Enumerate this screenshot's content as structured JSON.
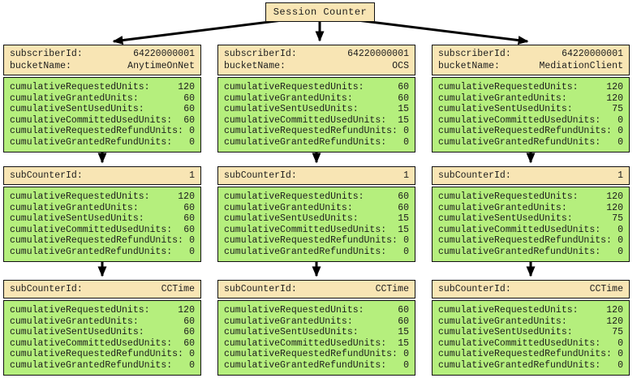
{
  "root": {
    "label": "Session Counter"
  },
  "colors": {
    "header_bg": "#F8E5B4",
    "body_bg": "#B5EF7D",
    "border": "#111111",
    "arrow": "#000000"
  },
  "columns": [
    {
      "name": "AnytimeOnNet",
      "boxes": [
        {
          "header": [
            {
              "label": "subscriberId:",
              "value": "64220000001"
            },
            {
              "label": "bucketName:",
              "value": "AnytimeOnNet"
            }
          ],
          "rows": [
            {
              "label": "cumulativeRequestedUnits:",
              "value": "120"
            },
            {
              "label": "cumulativeGrantedUnits:",
              "value": "60"
            },
            {
              "label": "cumulativeSentUsedUnits:",
              "value": "60"
            },
            {
              "label": "cumulativeCommittedUsedUnits:",
              "value": "60"
            },
            {
              "label": "cumulativeRequestedRefundUnits:",
              "value": "0"
            },
            {
              "label": "cumulativeGrantedRefundUnits:",
              "value": "0"
            }
          ]
        },
        {
          "header": [
            {
              "label": "subCounterId:",
              "value": "1"
            }
          ],
          "rows": [
            {
              "label": "cumulativeRequestedUnits:",
              "value": "120"
            },
            {
              "label": "cumulativeGrantedUnits:",
              "value": "60"
            },
            {
              "label": "cumulativeSentUsedUnits:",
              "value": "60"
            },
            {
              "label": "cumulativeCommittedUsedUnits:",
              "value": "60"
            },
            {
              "label": "cumulativeRequestedRefundUnits:",
              "value": "0"
            },
            {
              "label": "cumulativeGrantedRefundUnits:",
              "value": "0"
            }
          ]
        },
        {
          "header": [
            {
              "label": "subCounterId:",
              "value": "CCTime"
            }
          ],
          "rows": [
            {
              "label": "cumulativeRequestedUnits:",
              "value": "120"
            },
            {
              "label": "cumulativeGrantedUnits:",
              "value": "60"
            },
            {
              "label": "cumulativeSentUsedUnits:",
              "value": "60"
            },
            {
              "label": "cumulativeCommittedUsedUnits:",
              "value": "60"
            },
            {
              "label": "cumulativeRequestedRefundUnits:",
              "value": "0"
            },
            {
              "label": "cumulativeGrantedRefundUnits:",
              "value": "0"
            }
          ]
        }
      ]
    },
    {
      "name": "OCS",
      "boxes": [
        {
          "header": [
            {
              "label": "subscriberId:",
              "value": "64220000001"
            },
            {
              "label": "bucketName:",
              "value": "OCS"
            }
          ],
          "rows": [
            {
              "label": "cumulativeRequestedUnits:",
              "value": "60"
            },
            {
              "label": "cumulativeGrantedUnits:",
              "value": "60"
            },
            {
              "label": "cumulativeSentUsedUnits:",
              "value": "15"
            },
            {
              "label": "cumulativeCommittedUsedUnits:",
              "value": "15"
            },
            {
              "label": "cumulativeRequestedRefundUnits:",
              "value": "0"
            },
            {
              "label": "cumulativeGrantedRefundUnits:",
              "value": "0"
            }
          ]
        },
        {
          "header": [
            {
              "label": "subCounterId:",
              "value": "1"
            }
          ],
          "rows": [
            {
              "label": "cumulativeRequestedUnits:",
              "value": "60"
            },
            {
              "label": "cumulativeGrantedUnits:",
              "value": "60"
            },
            {
              "label": "cumulativeSentUsedUnits:",
              "value": "15"
            },
            {
              "label": "cumulativeCommittedUsedUnits:",
              "value": "15"
            },
            {
              "label": "cumulativeRequestedRefundUnits:",
              "value": "0"
            },
            {
              "label": "cumulativeGrantedRefundUnits:",
              "value": "0"
            }
          ]
        },
        {
          "header": [
            {
              "label": "subCounterId:",
              "value": "CCTime"
            }
          ],
          "rows": [
            {
              "label": "cumulativeRequestedUnits:",
              "value": "60"
            },
            {
              "label": "cumulativeGrantedUnits:",
              "value": "60"
            },
            {
              "label": "cumulativeSentUsedUnits:",
              "value": "15"
            },
            {
              "label": "cumulativeCommittedUsedUnits:",
              "value": "15"
            },
            {
              "label": "cumulativeRequestedRefundUnits:",
              "value": "0"
            },
            {
              "label": "cumulativeGrantedRefundUnits:",
              "value": "0"
            }
          ]
        }
      ]
    },
    {
      "name": "MediationClient",
      "boxes": [
        {
          "header": [
            {
              "label": "subscriberId:",
              "value": "64220000001"
            },
            {
              "label": "bucketName:",
              "value": "MediationClient"
            }
          ],
          "rows": [
            {
              "label": "cumulativeRequestedUnits:",
              "value": "120"
            },
            {
              "label": "cumulativeGrantedUnits:",
              "value": "120"
            },
            {
              "label": "cumulativeSentUsedUnits:",
              "value": "75"
            },
            {
              "label": "cumulativeCommittedUsedUnits:",
              "value": "0"
            },
            {
              "label": "cumulativeRequestedRefundUnits:",
              "value": "0"
            },
            {
              "label": "cumulativeGrantedRefundUnits:",
              "value": "0"
            }
          ]
        },
        {
          "header": [
            {
              "label": "subCounterId:",
              "value": "1"
            }
          ],
          "rows": [
            {
              "label": "cumulativeRequestedUnits:",
              "value": "120"
            },
            {
              "label": "cumulativeGrantedUnits:",
              "value": "120"
            },
            {
              "label": "cumulativeSentUsedUnits:",
              "value": "75"
            },
            {
              "label": "cumulativeCommittedUsedUnits:",
              "value": "0"
            },
            {
              "label": "cumulativeRequestedRefundUnits:",
              "value": "0"
            },
            {
              "label": "cumulativeGrantedRefundUnits:",
              "value": "0"
            }
          ]
        },
        {
          "header": [
            {
              "label": "subCounterId:",
              "value": "CCTime"
            }
          ],
          "rows": [
            {
              "label": "cumulativeRequestedUnits:",
              "value": "120"
            },
            {
              "label": "cumulativeGrantedUnits:",
              "value": "120"
            },
            {
              "label": "cumulativeSentUsedUnits:",
              "value": "75"
            },
            {
              "label": "cumulativeCommittedUsedUnits:",
              "value": "0"
            },
            {
              "label": "cumulativeRequestedRefundUnits:",
              "value": "0"
            },
            {
              "label": "cumulativeGrantedRefundUnits:",
              "value": "0"
            }
          ]
        }
      ]
    }
  ]
}
